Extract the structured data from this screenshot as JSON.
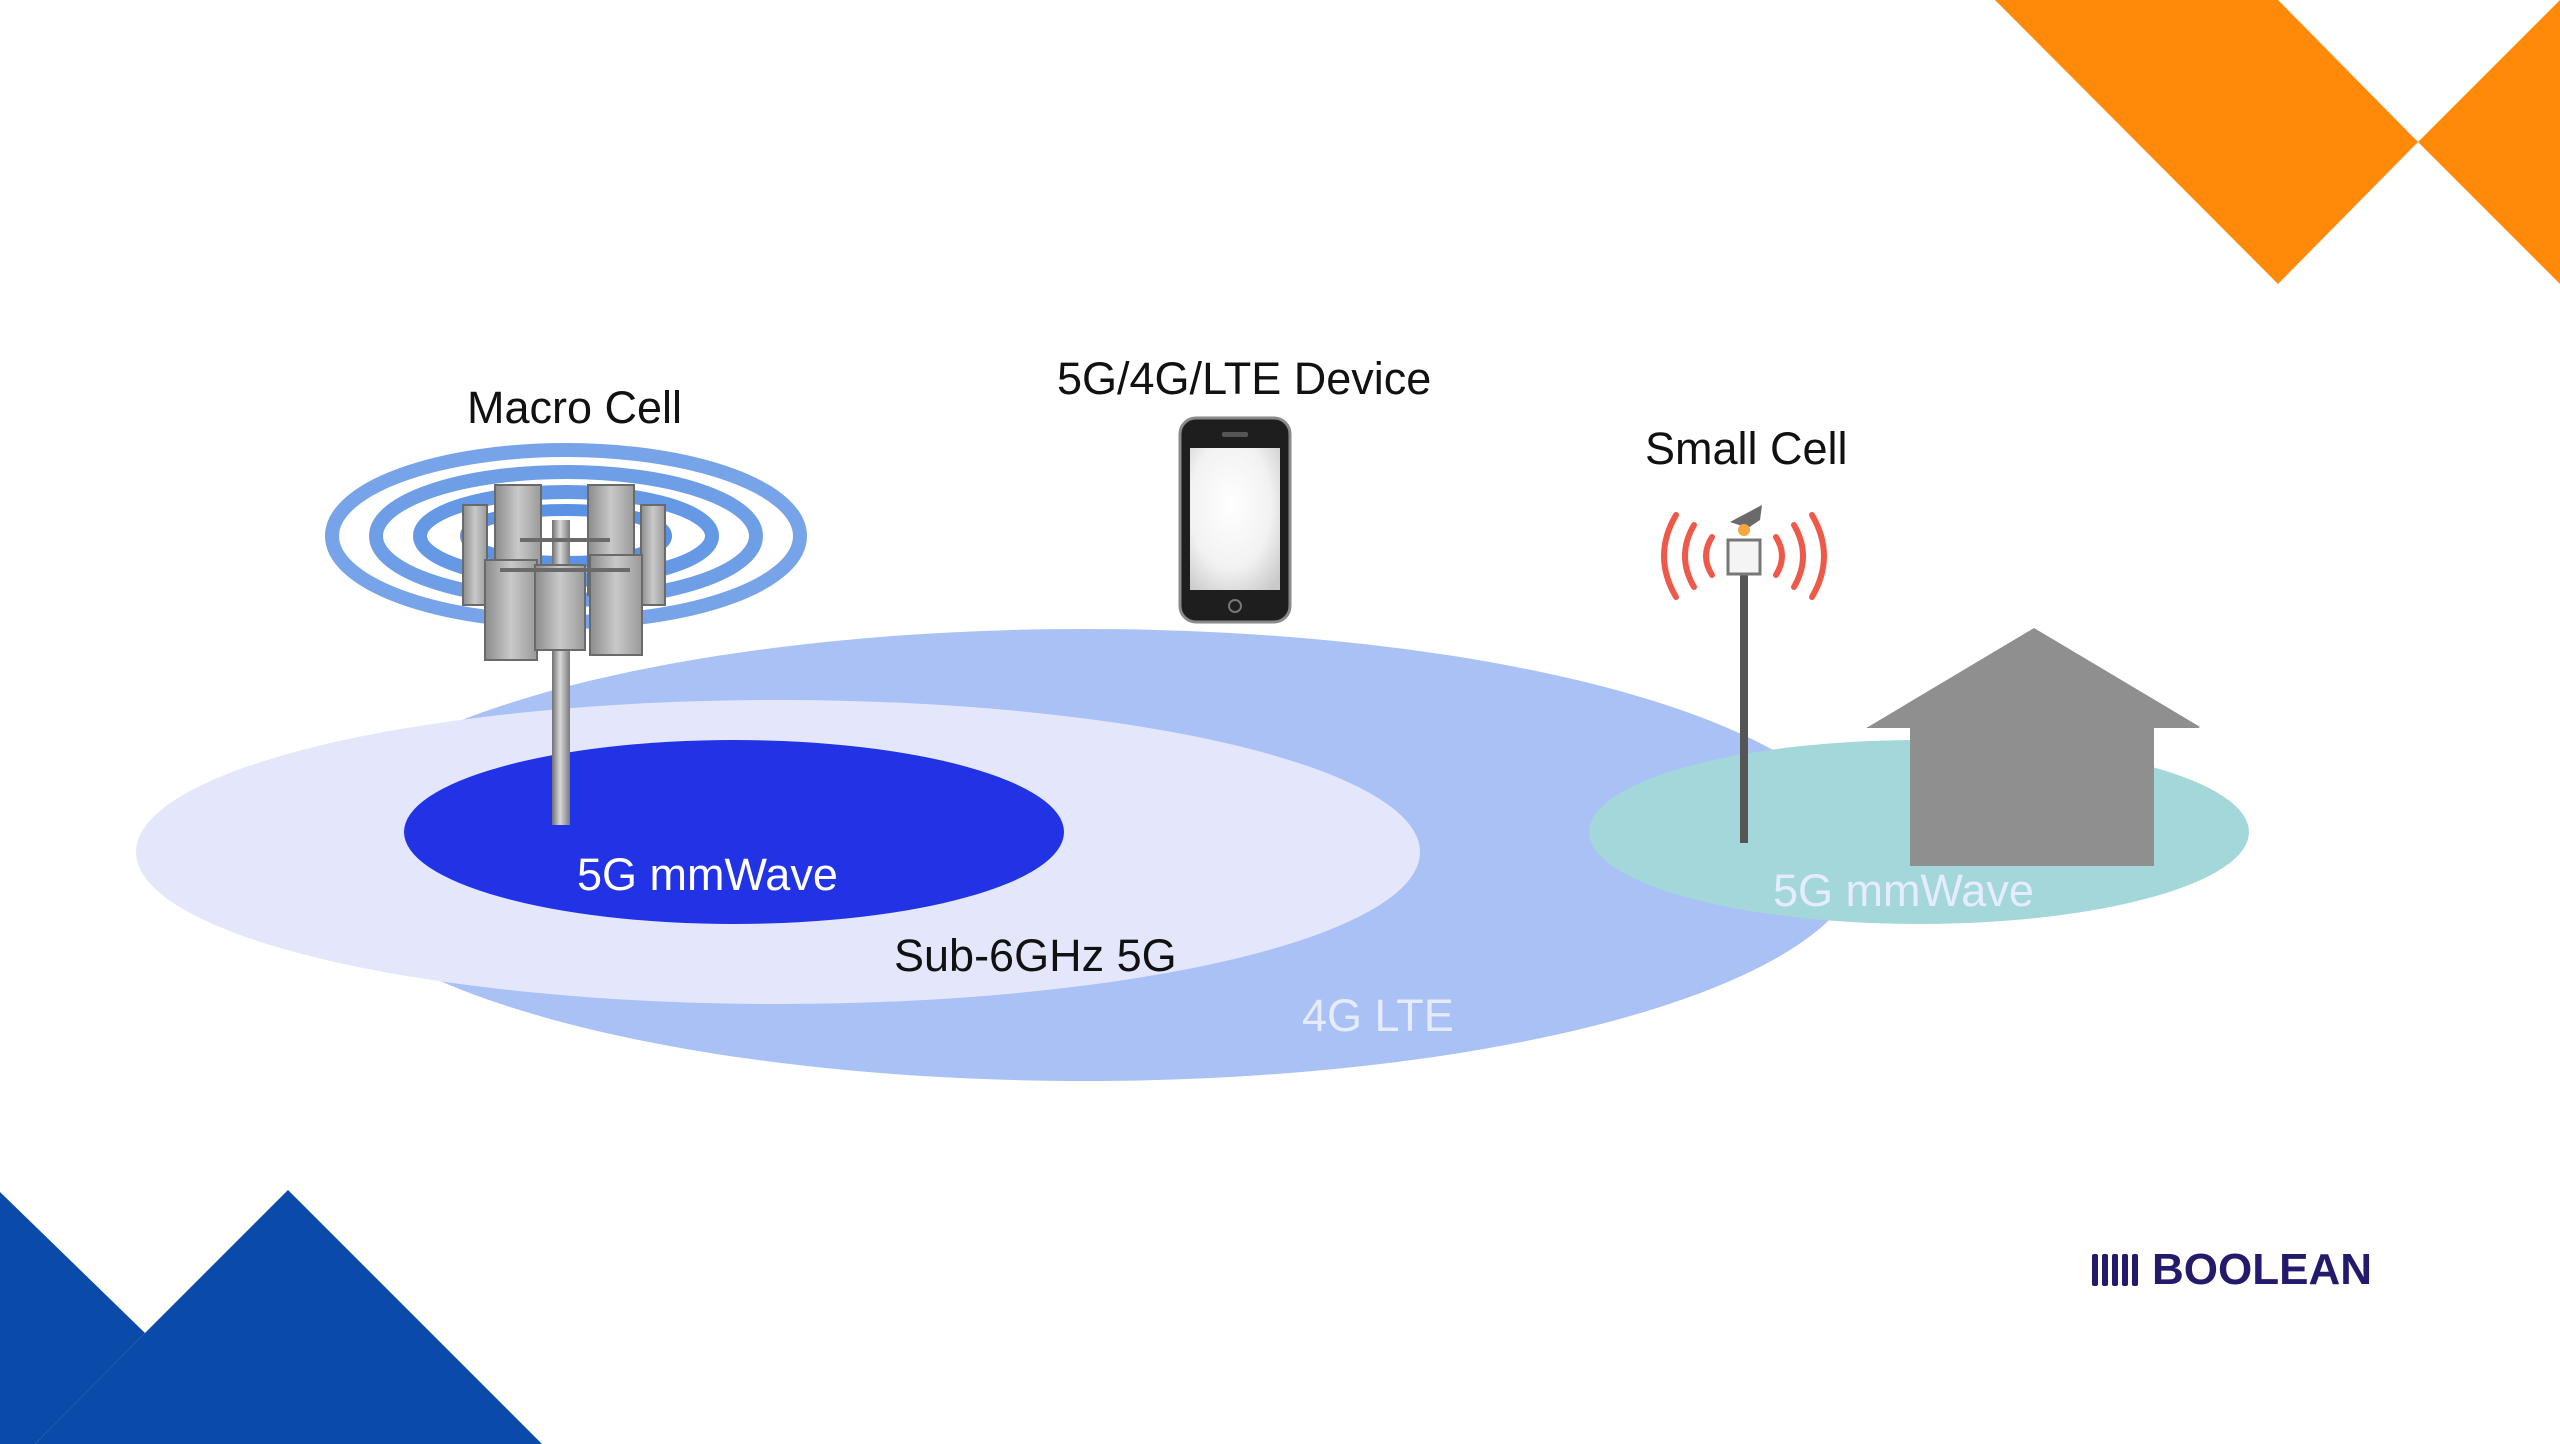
{
  "labels": {
    "macro_cell": "Macro Cell",
    "device": "5G/4G/LTE Device",
    "small_cell": "Small Cell",
    "mmwave_macro": "5G mmWave",
    "sub6": "Sub-6GHz 5G",
    "lte": "4G LTE",
    "mmwave_small": "5G mmWave"
  },
  "logo": {
    "text": "BOOLEAN"
  },
  "colors": {
    "lte_zone": "#a9c1f5",
    "sub6_zone": "#e4e7fb",
    "mmwave_macro_zone": "#2233e6",
    "mmwave_small_zone": "#a3d7d9",
    "house": "#8f8f8f",
    "corner_orange": "#ff8a0a",
    "corner_blue": "#0a4aa8",
    "logo": "#231a6b",
    "signal_blue": "#4a86e0",
    "signal_red": "#ee5a4a"
  },
  "icons": [
    "macro-tower-icon",
    "smartphone-icon",
    "small-cell-icon",
    "house-icon",
    "signal-waves-icon",
    "logo-bars-icon"
  ]
}
